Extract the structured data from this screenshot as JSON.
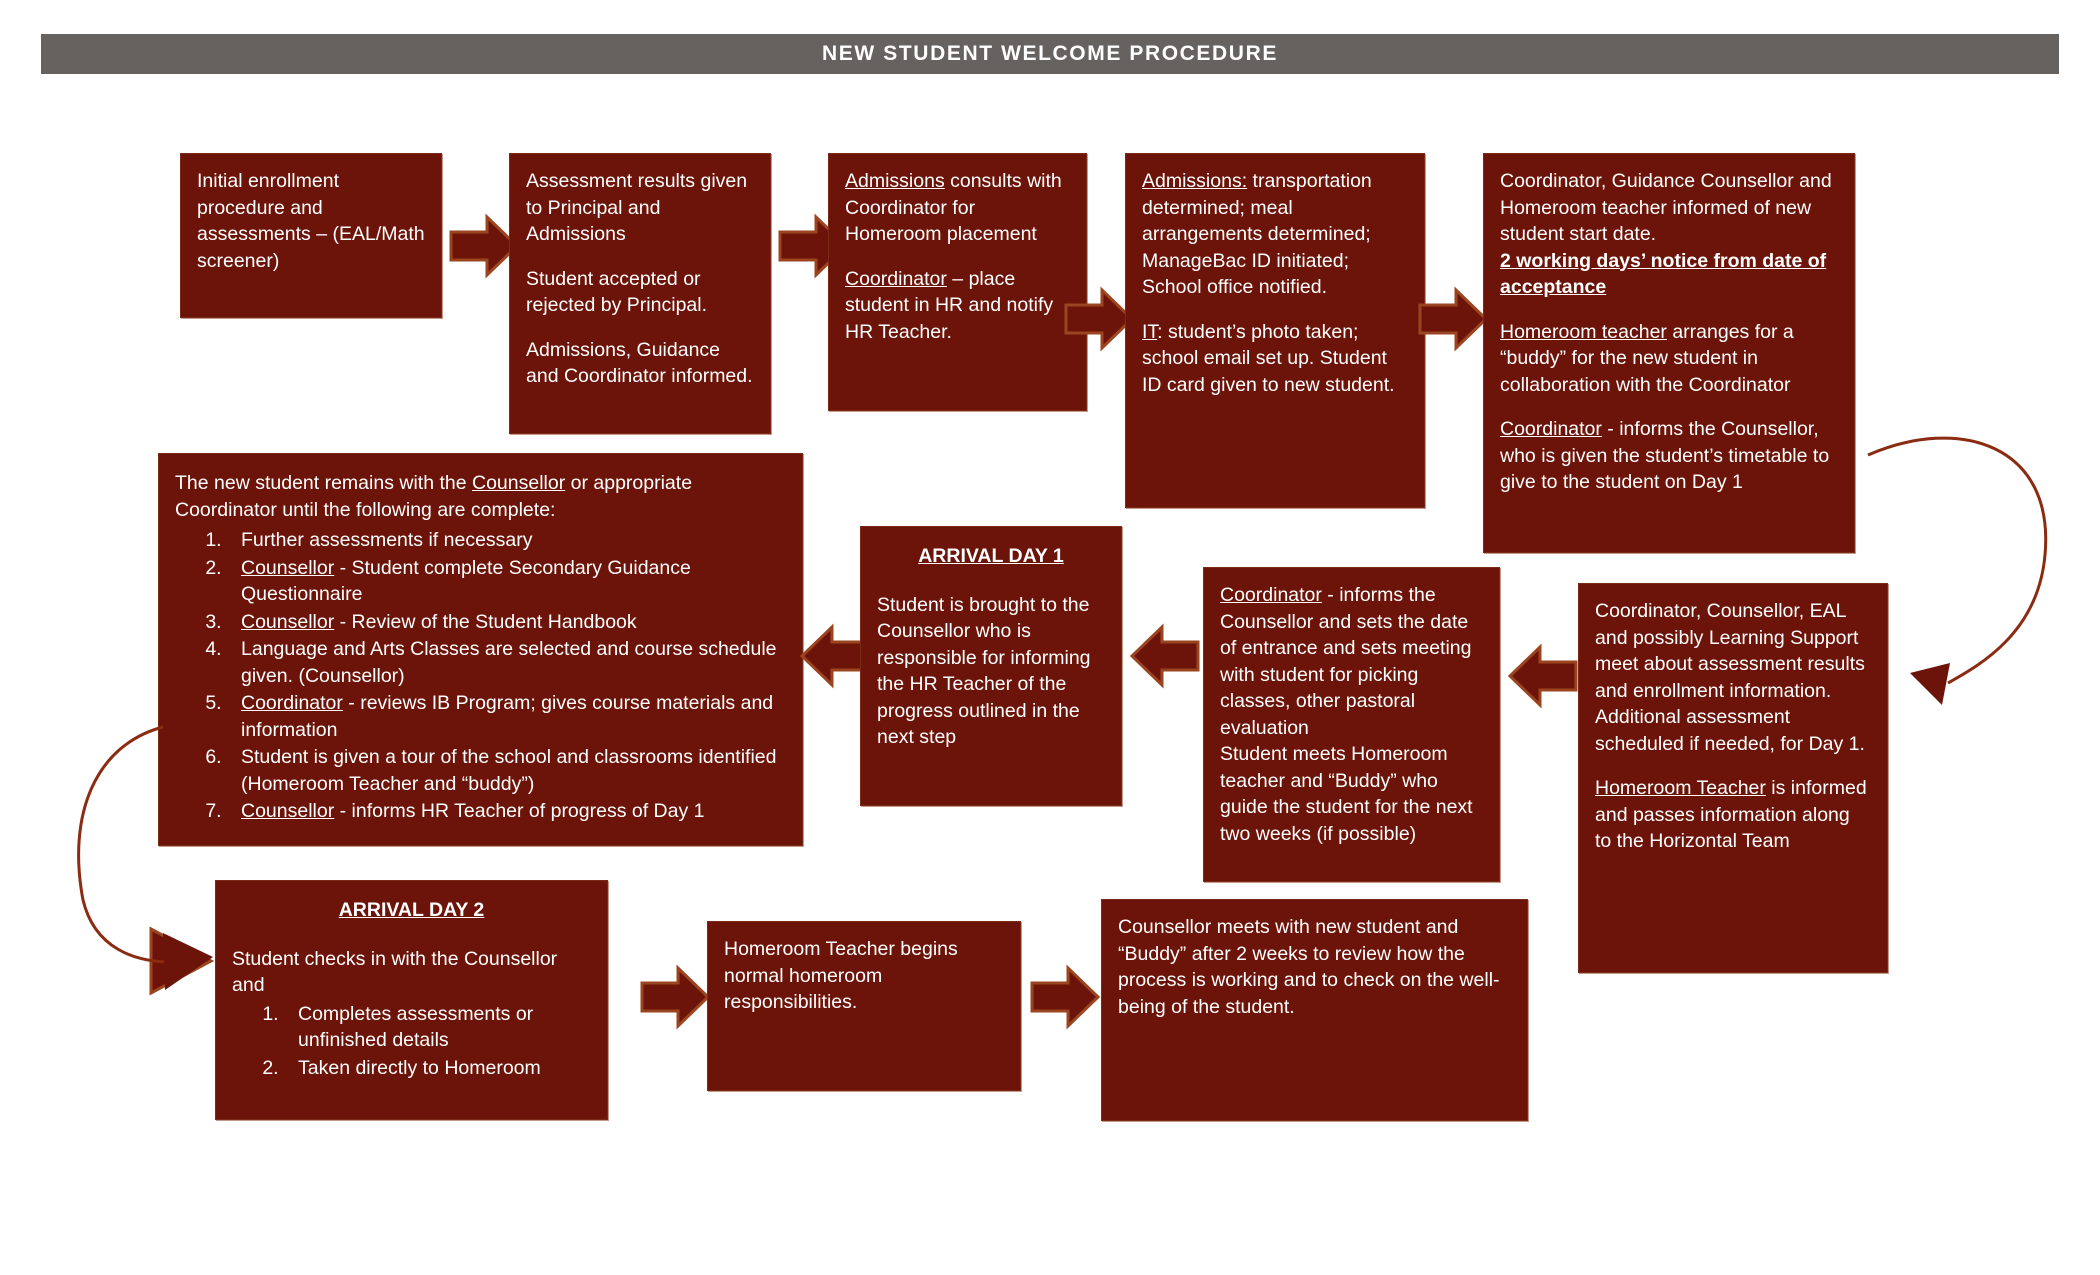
{
  "header": {
    "title": "NEW STUDENT WELCOME PROCEDURE"
  },
  "colors": {
    "box_fill": "#6C1409",
    "header_fill": "#666260",
    "arrow_fill": "#6C1409",
    "arrow_stroke": "#9B4520",
    "text": "#FFFFFF"
  },
  "boxes": {
    "b1": {
      "name": "initial-enrollment",
      "lines": [
        "Initial enrollment",
        "procedure and",
        "assessments –",
        "(EAL/Math screener)"
      ],
      "text": "Initial enrollment procedure and assessments – (EAL/Math screener)"
    },
    "b2": {
      "name": "assessment-results",
      "p1": "Assessment results given to Principal and Admissions",
      "p2": "Student accepted or rejected by Principal.",
      "p3": "Admissions, Guidance and Coordinator informed."
    },
    "b3": {
      "name": "admissions-consults",
      "p1_u": "Admissions",
      "p1_rest": " consults with Coordinator for Homeroom placement",
      "p2_u": "Coordinator",
      "p2_rest": " – place student in HR and notify HR Teacher."
    },
    "b4": {
      "name": "admissions-transportation",
      "p1_u": "Admissions:",
      "p1_rest": " transportation determined; meal arrangements determined; ManageBac ID initiated; School office notified.",
      "p2_u": "IT",
      "p2_rest": ":  student’s photo taken; school email set up. Student ID card given to new student."
    },
    "b5": {
      "name": "coordinator-informed-start-date",
      "p1": "Coordinator, Guidance Counsellor and Homeroom teacher informed of new student start date.",
      "p1_bold": "2 working days’ notice from date of acceptance",
      "p2_u": "Homeroom teacher",
      "p2_rest": " arranges for a “buddy” for the new student in collaboration with the Coordinator",
      "p3_u": "Coordinator",
      "p3_rest": " - informs the Counsellor, who is given the student’s timetable to give to the student on Day 1"
    },
    "b6": {
      "name": "student-remains-with-counsellor",
      "intro_pre": "The new student remains with the ",
      "intro_u": "Counsellor",
      "intro_post": " or appropriate Coordinator until the following are complete:",
      "items": [
        {
          "u": "",
          "text": "Further assessments if necessary"
        },
        {
          "u": "Counsellor",
          "text": " -  Student complete Secondary Guidance Questionnaire"
        },
        {
          "u": "Counsellor",
          "text": " - Review of the Student Handbook"
        },
        {
          "u": "",
          "text": "Language and Arts Classes are selected and course schedule given. (Counsellor)"
        },
        {
          "u": "Coordinator",
          "text": " -  reviews IB Program; gives course materials   and information"
        },
        {
          "u": "",
          "text": "Student is given a tour of the school and classrooms identified (Homeroom Teacher and “buddy”)"
        },
        {
          "u": "Counsellor",
          "text": "  - informs HR Teacher of progress of Day 1"
        }
      ]
    },
    "b7": {
      "name": "arrival-day-1",
      "title": "ARRIVAL DAY 1",
      "body": "Student is brought to the Counsellor who is responsible for informing the HR Teacher of the progress outlined in the next step"
    },
    "b8": {
      "name": "coordinator-sets-date",
      "p1_u": "Coordinator",
      "p1_rest": " - informs the Counsellor and sets the date of entrance and sets meeting with student for picking classes, other pastoral evaluation",
      "p2": "Student meets Homeroom teacher and “Buddy” who guide the student for the next two weeks (if possible)"
    },
    "b9": {
      "name": "assessment-meeting",
      "p1": "Coordinator, Counsellor, EAL and possibly Learning Support meet about assessment results and enrollment information. Additional assessment scheduled if needed, for Day 1.",
      "p2_u": "Homeroom Teacher",
      "p2_rest": " is informed and passes information along to the Horizontal Team"
    },
    "b10": {
      "name": "arrival-day-2",
      "title": "ARRIVAL DAY 2",
      "intro": "Student checks in with the Counsellor and",
      "items": [
        "Completes assessments or unfinished details",
        "Taken directly to Homeroom"
      ]
    },
    "b11": {
      "name": "homeroom-teacher-normal",
      "text": "Homeroom Teacher begins normal homeroom responsibilities."
    },
    "b12": {
      "name": "counsellor-two-week-review",
      "text": "Counsellor meets with new student and “Buddy” after 2 weeks to review how the process is working and to check on the well-being of the student."
    }
  },
  "arrows": {
    "a1": "arrow-right-box1-to-box2",
    "a2": "arrow-right-box2-to-box3",
    "a3": "arrow-right-box3-to-box4",
    "a4": "arrow-right-box4-to-box5",
    "a5": "arrow-left-box7-to-box6",
    "a6": "arrow-left-box8-to-box7",
    "a7": "arrow-left-box9-to-box8",
    "a8": "arrow-right-to-arrival-day-2",
    "a9": "arrow-right-day2-to-homeroom",
    "a10": "arrow-right-homeroom-to-counsellor",
    "c1": "curve-box5-to-box9",
    "c2": "curve-box6-to-box10"
  }
}
